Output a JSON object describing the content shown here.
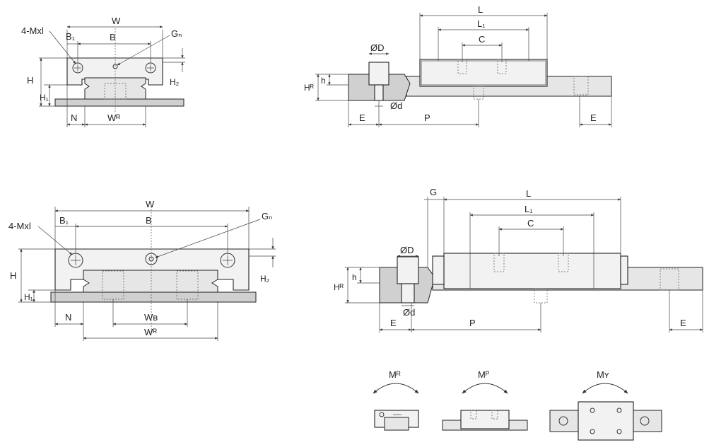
{
  "colors": {
    "line": "#222222",
    "hatch": "#999999",
    "part_fill": "#f2f2f2",
    "rail_fill": "#e6e6e6"
  },
  "top_front": {
    "W": "W",
    "B": "B",
    "B1": "B₁",
    "mxl": "4-Mxl",
    "gn": "Gₙ",
    "H": "H",
    "H1": "H₁",
    "H2": "H₂",
    "N": "N",
    "WR": "Wᴿ"
  },
  "top_side": {
    "L": "L",
    "L1": "L₁",
    "C": "C",
    "D": "ØD",
    "d": "Ød",
    "h": "h",
    "HR": "Hᴿ",
    "E_left": "E",
    "P": "P",
    "E_right": "E"
  },
  "bottom_front": {
    "W": "W",
    "B": "B",
    "B1": "B₁",
    "mxl": "4-Mxl",
    "gn": "Gₙ",
    "H": "H",
    "H1": "H₁",
    "H2": "H₂",
    "N": "N",
    "WB": "Wʙ",
    "WR": "Wᴿ"
  },
  "bottom_side": {
    "G": "G",
    "L": "L",
    "L1": "L₁",
    "C": "C",
    "D": "ØD",
    "d": "Ød",
    "h": "h",
    "HR": "Hᴿ",
    "E_left": "E",
    "P": "P",
    "E_right": "E"
  },
  "moments": {
    "MR": "Mᴿ",
    "MP": "Mᴾ",
    "MY": "Mʏ"
  }
}
